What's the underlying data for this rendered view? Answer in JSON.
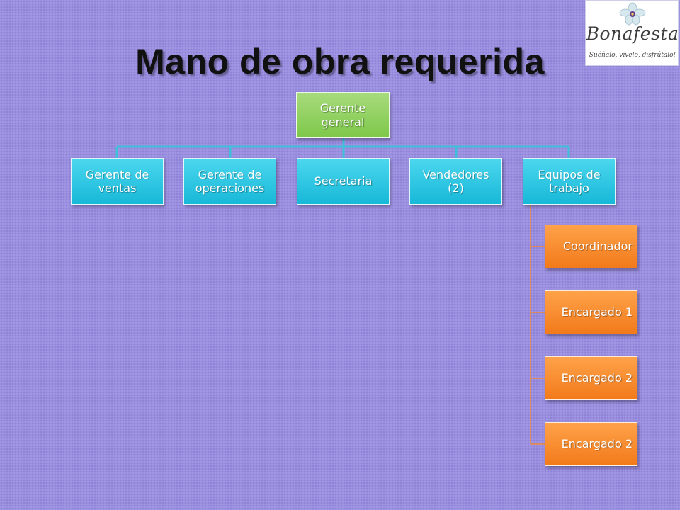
{
  "slide": {
    "title": "Mano de obra requerida"
  },
  "logo": {
    "brand": "Bonafesta",
    "slogan": "Suéñalo, vívelo, disfrútalo!",
    "icon": "orchid-flower-icon"
  },
  "org_chart": {
    "root": {
      "label": "Gerente\ngeneral"
    },
    "children": [
      {
        "label": "Gerente de\nventas"
      },
      {
        "label": "Gerente de\noperaciones"
      },
      {
        "label": "Secretaria"
      },
      {
        "label": "Vendedores\n(2)"
      },
      {
        "label": "Equipos de\ntrabajo",
        "children": [
          {
            "label": "Coordinador"
          },
          {
            "label": "Encargado 1"
          },
          {
            "label": "Encargado 2"
          },
          {
            "label": "Encargado 2"
          }
        ]
      }
    ]
  },
  "colors": {
    "background": "#9b8fe0",
    "root": "#8ccf5a",
    "level1": "#1fbfdd",
    "level2": "#f5841f",
    "connector": "#3fbfd8",
    "sub_connector": "#f08a3a"
  }
}
